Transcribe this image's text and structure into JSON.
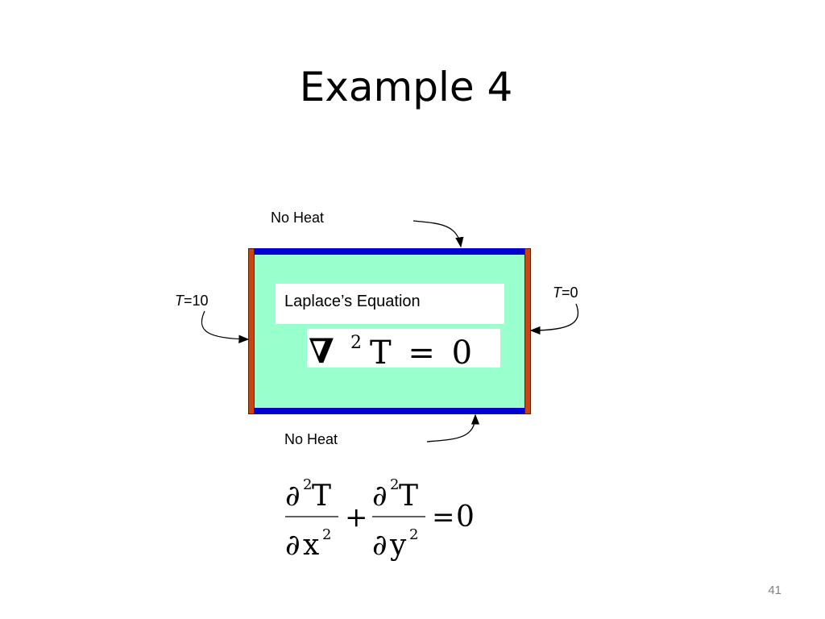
{
  "title": "Example 4",
  "labels": {
    "top": "No Heat",
    "bottom": "No Heat",
    "left_var": "T",
    "left_value": "=10",
    "right_var": "T",
    "right_value": "=0"
  },
  "equation_box": {
    "label": "Laplace’s Equation",
    "nabla_symbol": "∇",
    "nabla_power": "2",
    "nabla_rest": "T = 0"
  },
  "pde": {
    "partial": "∂",
    "power": "2",
    "numerator_var": "T",
    "x_var": "x",
    "y_var": "y",
    "plus": "+",
    "equals": "=",
    "rhs": "0"
  },
  "colors": {
    "plate_fill": "#99ffcc",
    "insulated_edge": "#0000cc",
    "temperature_edge": "#cc4411"
  },
  "page_number": "41"
}
